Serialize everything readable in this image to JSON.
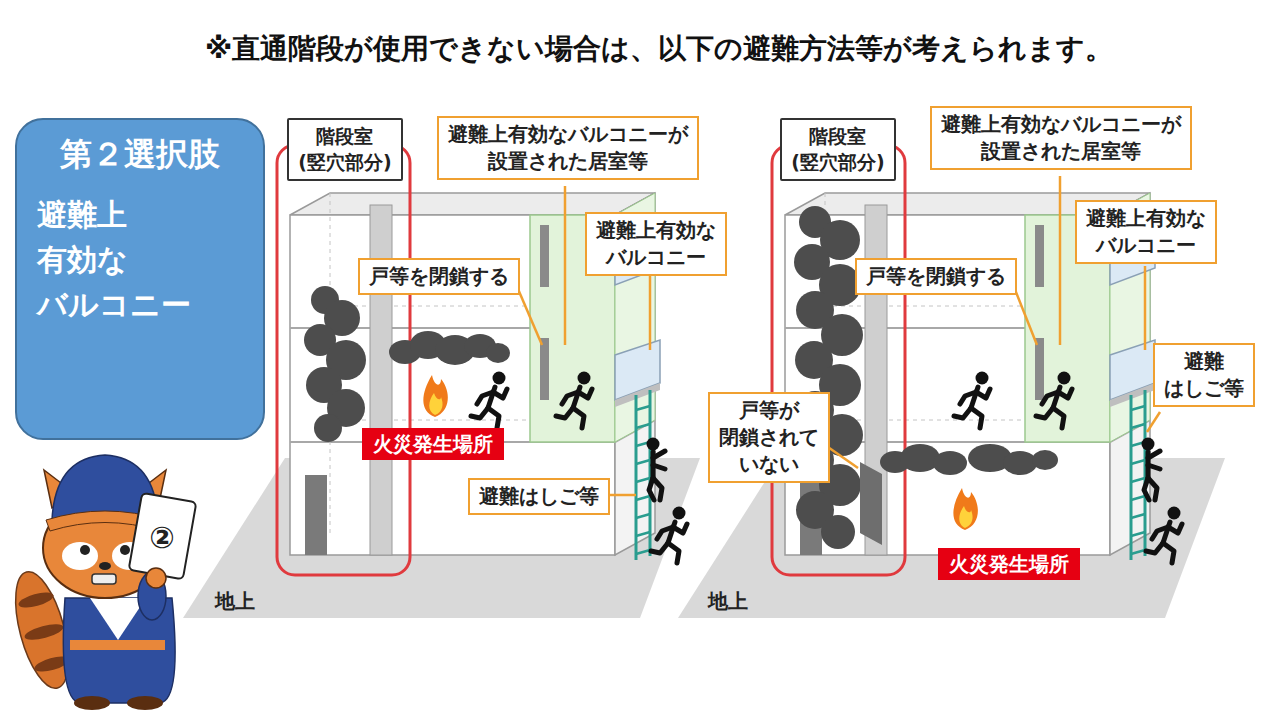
{
  "diagram": {
    "title": "※直通階段が使用できない場合は、以下の避難方法等が考えられます。",
    "nodes": [
      {
        "text": [
          "第２選択肢",
          "避難上 有効な バルコニー"
        ]
      },
      {
        "text": [
          "階段室 (竪穴部分)"
        ]
      },
      {
        "text": [
          "避難上有効なバルコニーが 設置された居室等"
        ]
      },
      {
        "text": [
          "避難上有効な バルコニー"
        ]
      },
      {
        "text": [
          "戸等を閉鎖する"
        ]
      },
      {
        "text": [
          "火災発生場所"
        ]
      },
      {
        "text": [
          "避難はしご等"
        ]
      },
      {
        "text": [
          "階段室 (竪穴部分)"
        ]
      },
      {
        "text": [
          "避難上有効なバルコニーが 設置された居室等"
        ]
      },
      {
        "text": [
          "避難上有効な バルコニー"
        ]
      },
      {
        "text": [
          "戸等を閉鎖する"
        ]
      },
      {
        "text": [
          "避難 はしご等"
        ]
      },
      {
        "text": [
          "戸等が 閉鎖されて いない"
        ]
      },
      {
        "text": [
          "火災発生場所"
        ]
      }
    ],
    "labels": [
      "②",
      "地上",
      "地上"
    ]
  }
}
